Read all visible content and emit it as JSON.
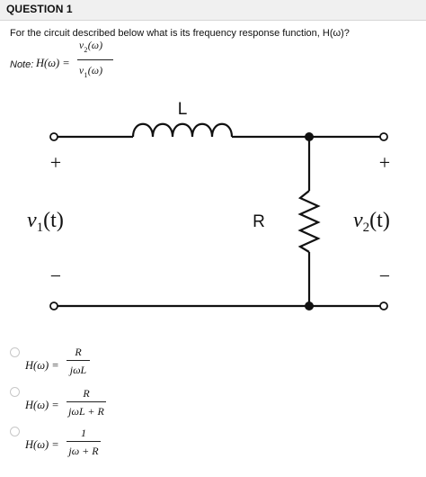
{
  "question": {
    "title": "QUESTION 1",
    "prompt": "For the circuit described below what is its frequency response function, H(ω)?"
  },
  "note": {
    "label": "Note:",
    "lhs": "H(ω) =",
    "numerator_v": "v",
    "numerator_sub": "2",
    "numerator_arg": "(ω)",
    "denominator_v": "v",
    "denominator_sub": "1",
    "denominator_arg": "(ω)"
  },
  "circuit": {
    "inductor_label": "L",
    "resistor_label": "R",
    "input_plus": "+",
    "input_minus": "−",
    "input_symbol": "v",
    "input_sub": "1",
    "input_arg": "(t)",
    "output_plus": "+",
    "output_minus": "−",
    "output_symbol": "v",
    "output_sub": "2",
    "output_arg": "(t)"
  },
  "options": [
    {
      "lhs": "H(ω) =",
      "numerator": "R",
      "denominator": "jωL",
      "selected": false
    },
    {
      "lhs": "H(ω) =",
      "numerator": "R",
      "denominator": "jωL + R",
      "selected": false
    },
    {
      "lhs": "H(ω) =",
      "numerator": "1",
      "denominator": "jω + R",
      "selected": false
    }
  ],
  "colors": {
    "header_bg": "#f0f0f0",
    "wire": "#111111",
    "radio_border": "#c8c8c8"
  }
}
